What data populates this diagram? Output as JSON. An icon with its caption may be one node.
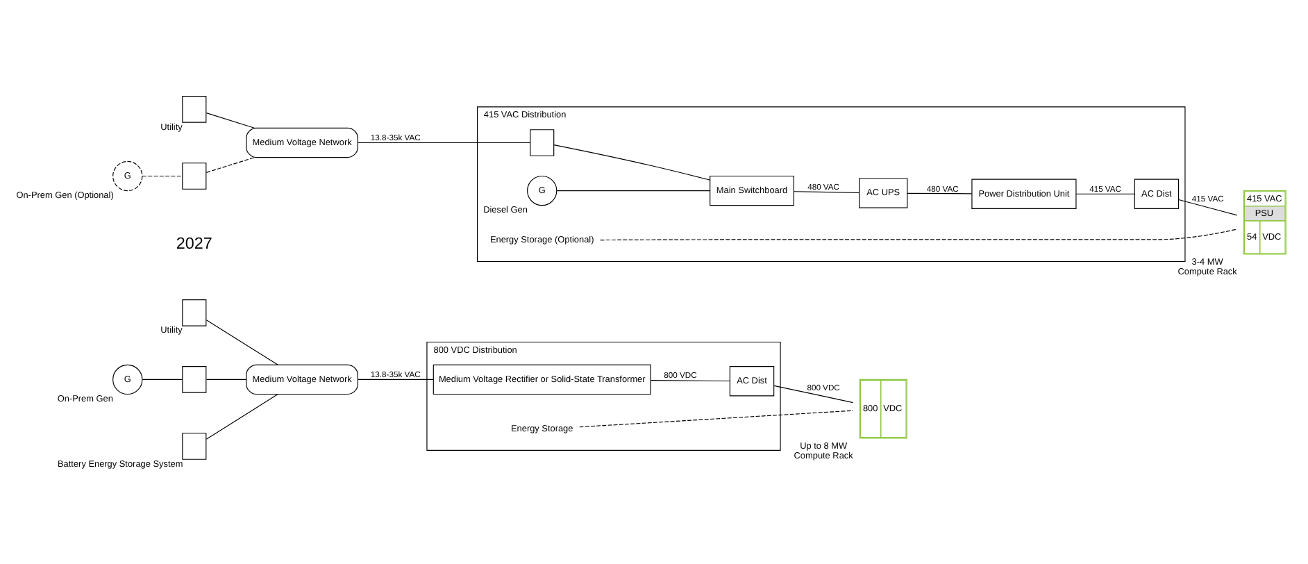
{
  "diagram": {
    "nodes": [
      {
        "text": [],
        "shape": "box",
        "beside": [
          "Utility"
        ]
      },
      {
        "text": [
          "G"
        ],
        "beside": [
          "On-Prem Gen (Optional)"
        ]
      },
      {
        "text": [],
        "shape": "box"
      },
      {
        "text": [
          "Medium Voltage Network"
        ]
      },
      {
        "text": [
          "415 VAC Distribution"
        ]
      },
      {
        "text": [],
        "shape": "box",
        "in": 4
      },
      {
        "text": [
          "G"
        ],
        "beside": [
          "Diesel Gen"
        ],
        "in": 4
      },
      {
        "text": [
          "Main Switchboard"
        ],
        "in": 4
      },
      {
        "text": [
          "AC UPS"
        ],
        "in": 4
      },
      {
        "text": [
          "Power Distribution Unit"
        ],
        "in": 4
      },
      {
        "text": [
          "AC Dist"
        ],
        "in": 4
      },
      {
        "text": [
          "Energy Storage (Optional)"
        ],
        "in": 4
      },
      {
        "text": [
          "415 VAC",
          "PSU",
          "54",
          "VDC"
        ],
        "beside": [
          "3-4 MW",
          "Compute Rack"
        ]
      },
      {
        "text": [],
        "shape": "box",
        "beside": [
          "Utility"
        ]
      },
      {
        "text": [
          "G"
        ],
        "beside": [
          "On-Prem Gen"
        ]
      },
      {
        "text": [],
        "shape": "box"
      },
      {
        "text": [],
        "shape": "box",
        "beside": [
          "Battery Energy Storage System"
        ]
      },
      {
        "text": [
          "Medium Voltage Network"
        ]
      },
      {
        "text": [
          "800 VDC Distribution"
        ]
      },
      {
        "text": [
          "Medium Voltage Rectifier or Solid-State Transformer"
        ],
        "in": 18
      },
      {
        "text": [
          "AC Dist"
        ],
        "in": 18
      },
      {
        "text": [
          "Energy Storage"
        ],
        "in": 18
      },
      {
        "text": [
          "800",
          "VDC"
        ],
        "beside": [
          "Up to 8 MW",
          "Compute Rack"
        ]
      }
    ],
    "edges": [
      {
        "from": 0,
        "to": 3,
        "arrow": "none"
      },
      {
        "from": 1,
        "to": 2,
        "arrow": "none",
        "style": "dashed"
      },
      {
        "from": 2,
        "to": 3,
        "arrow": "none",
        "style": "dashed"
      },
      {
        "from": 3,
        "to": 5,
        "arrow": "none",
        "label": "13.8-35k VAC"
      },
      {
        "from": 5,
        "to": 7,
        "arrow": "none"
      },
      {
        "from": 6,
        "to": 7,
        "arrow": "none"
      },
      {
        "from": 7,
        "to": 8,
        "arrow": "none",
        "label": "480 VAC"
      },
      {
        "from": 8,
        "to": 9,
        "arrow": "none",
        "label": "480 VAC"
      },
      {
        "from": 9,
        "to": 10,
        "arrow": "none",
        "label": "415 VAC"
      },
      {
        "from": 10,
        "to": 12,
        "arrow": "none",
        "label": "415 VAC"
      },
      {
        "from": 11,
        "to": 12,
        "arrow": "none",
        "style": "dashed"
      },
      {
        "from": 13,
        "to": 17,
        "arrow": "none"
      },
      {
        "from": 14,
        "to": 15,
        "arrow": "none"
      },
      {
        "from": 15,
        "to": 17,
        "arrow": "none"
      },
      {
        "from": 16,
        "to": 17,
        "arrow": "none"
      },
      {
        "from": 17,
        "to": 19,
        "arrow": "none",
        "label": "13.8-35k VAC"
      },
      {
        "from": 19,
        "to": 20,
        "arrow": "none",
        "label": "800 VDC"
      },
      {
        "from": 20,
        "to": 22,
        "arrow": "none",
        "label": "800 VDC"
      },
      {
        "from": 21,
        "to": 22,
        "arrow": "none",
        "style": "dashed"
      }
    ],
    "labels": [
      "2027"
    ]
  }
}
